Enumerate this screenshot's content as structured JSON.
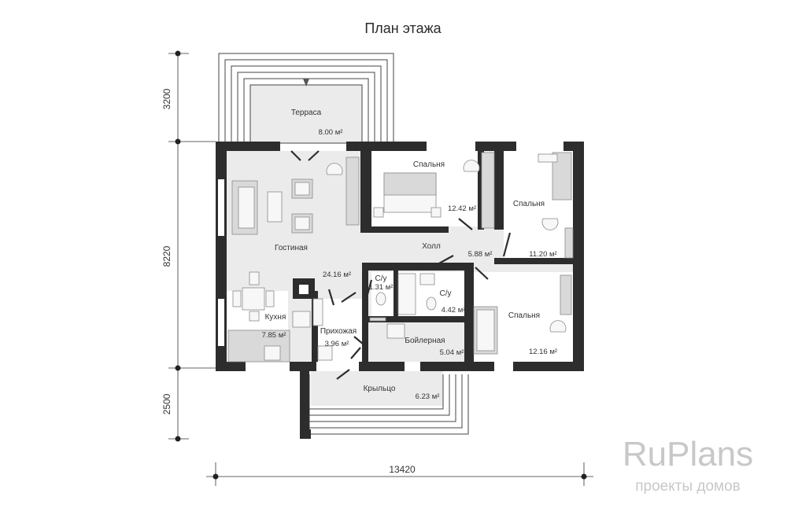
{
  "title": "План этажа",
  "rooms": [
    {
      "name": "Терраса",
      "area": "8.00 м²"
    },
    {
      "name": "Спальня",
      "area": "12.42 м²"
    },
    {
      "name": "Спальня",
      "area": "11.20 м²"
    },
    {
      "name": "Гостиная",
      "area": "24.16 м²"
    },
    {
      "name": "Холл",
      "area": "5.88 м²"
    },
    {
      "name": "С/у",
      "area": "1.31 м²"
    },
    {
      "name": "С/у",
      "area": "4.42 м²"
    },
    {
      "name": "Спальня",
      "area": "12.16 м²"
    },
    {
      "name": "Кухня",
      "area": "7.85 м²"
    },
    {
      "name": "Прихожая",
      "area": "3.96 м²"
    },
    {
      "name": "Бойлерная",
      "area": "5.04 м²"
    },
    {
      "name": "Крыльцо",
      "area": "6.23 м²"
    }
  ],
  "dimensions": {
    "top_segment": "3200",
    "middle_segment": "8220",
    "bottom_segment": "2500",
    "total_width": "13420"
  },
  "logo": {
    "brand": "RuPlans",
    "tagline": "проекты домов"
  }
}
